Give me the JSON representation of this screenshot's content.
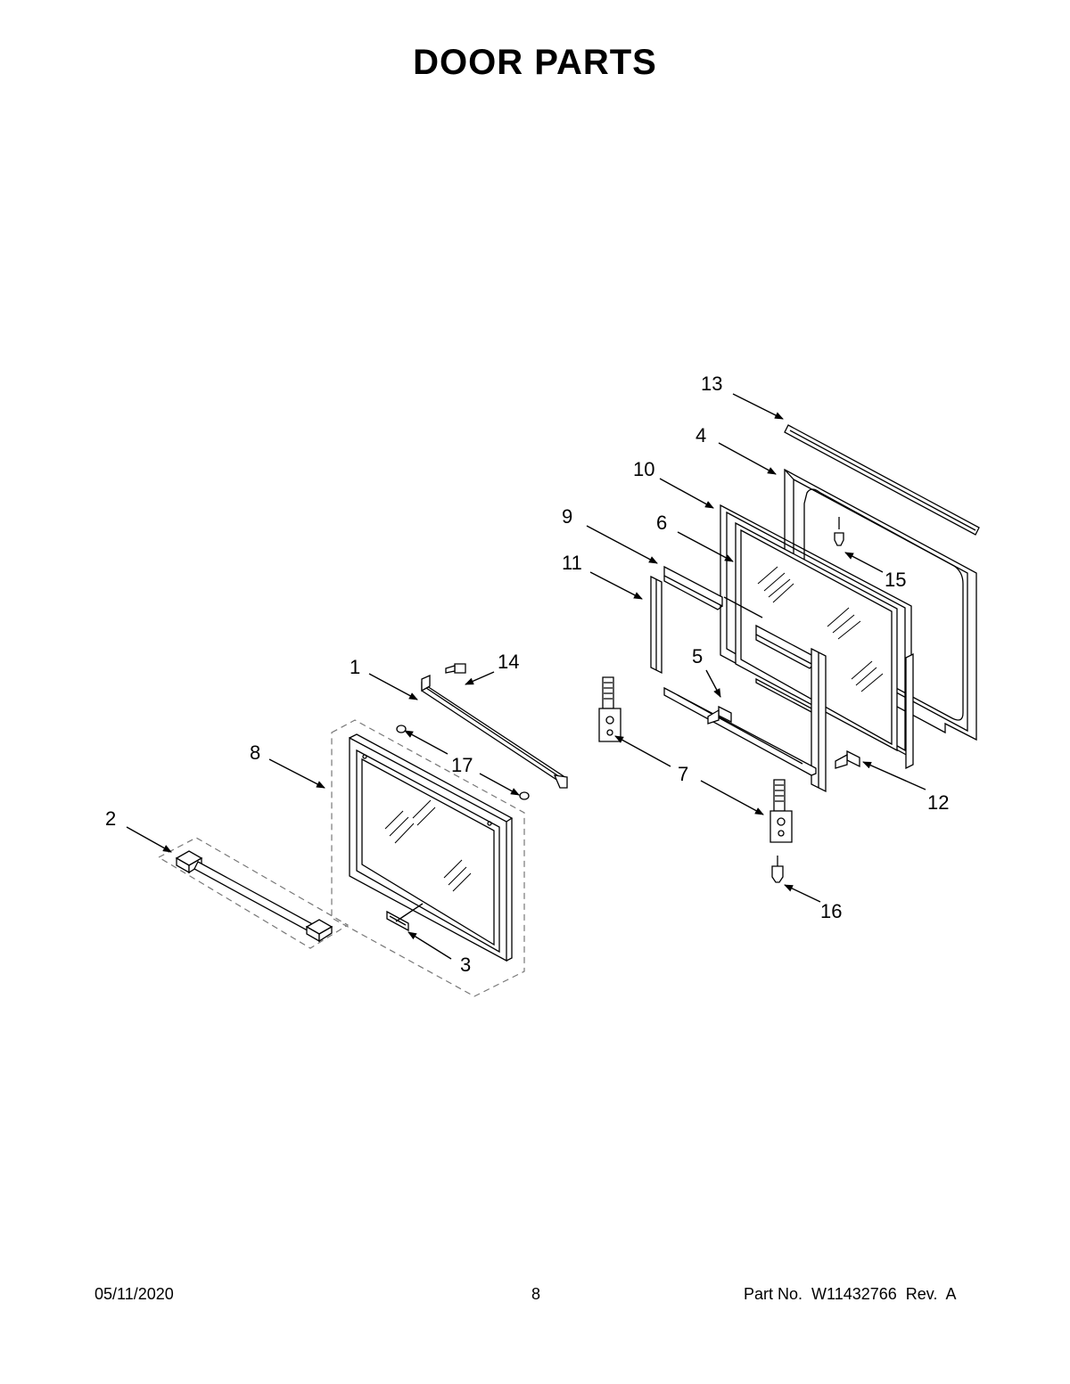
{
  "title": "DOOR PARTS",
  "callouts": {
    "c1": "1",
    "c2": "2",
    "c3": "3",
    "c4": "4",
    "c5": "5",
    "c6": "6",
    "c7": "7",
    "c8": "8",
    "c9": "9",
    "c10": "10",
    "c11": "11",
    "c12": "12",
    "c13": "13",
    "c14": "14",
    "c15": "15",
    "c16": "16",
    "c17": "17"
  },
  "footer": {
    "date": "05/11/2020",
    "page": "8",
    "part_number": "Part No.  W11432766  Rev.  A"
  }
}
